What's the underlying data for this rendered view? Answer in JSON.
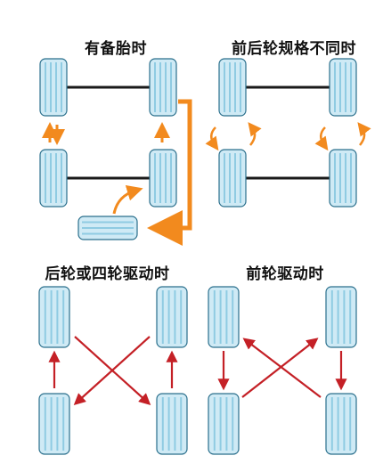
{
  "colors": {
    "tire_fill": "#cfeaf5",
    "tire_stripe": "#8fcbe2",
    "tire_outline": "#2a6f8c",
    "axle": "#1a1a1a",
    "orange_arrow": "#f28a1e",
    "red_arrow": "#c42026",
    "title_text": "#111111"
  },
  "panels": [
    {
      "id": "spare",
      "title": "有备胎时",
      "arrow_color": "orange"
    },
    {
      "id": "diff_size",
      "title": "前后轮规格不同时",
      "arrow_color": "orange"
    },
    {
      "id": "rwd_4wd",
      "title": "后轮或四轮驱动时",
      "arrow_color": "red"
    },
    {
      "id": "fwd",
      "title": "前轮驱动时",
      "arrow_color": "red"
    }
  ]
}
